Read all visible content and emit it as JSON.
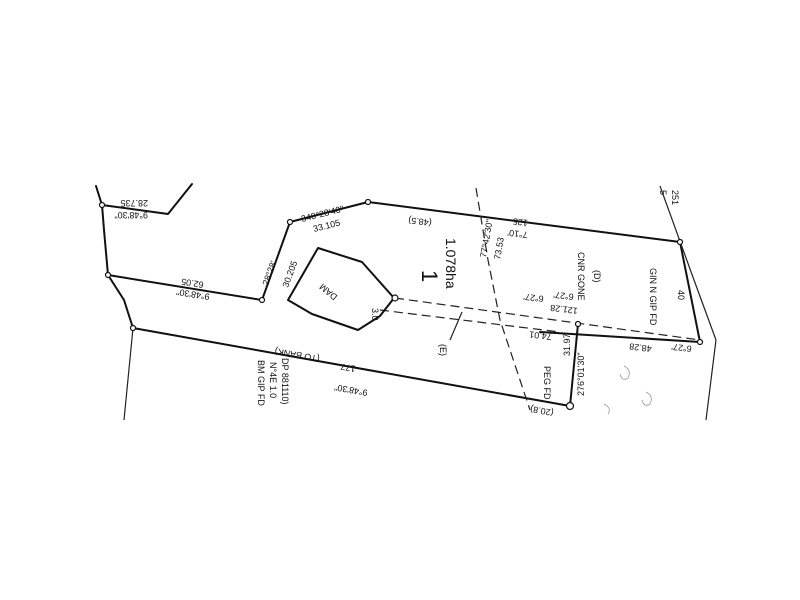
{
  "lot": {
    "number": "1",
    "area": "1.078ha"
  },
  "features": {
    "dam": "DAM",
    "easement": "(E)",
    "reg_label": "(D)"
  },
  "labels": {
    "top_left_bearing": "9°48'30\"",
    "top_left_distance": "28.735",
    "left_bearing": "9°48'30\"",
    "left_distance": "62.05",
    "diag_bearing": "28°28'",
    "diag_distance": "30.205",
    "top_bearing": "340°28'40\"",
    "top_distance": "33.105",
    "top_right_dist_a": "(48.5)",
    "top_right_dist_b": "125",
    "top_right_dist_c": "7°10'",
    "bottom_bearing": "9°48'30\"",
    "bottom_distance": "177",
    "bottom_note": "(TO BANK)",
    "bottom_right_dist": "(20.8)",
    "dash_bearing": "77°42'30\"",
    "dash_distance": "73.53",
    "corner_a": "6°27'",
    "corner_b": "121.28",
    "corner_c": "6°27'",
    "corner_d": "74.01",
    "cnr_gone": "CNR GONE",
    "right_bearing": "6°27'",
    "right_distance": "48.28",
    "right_vertical": "40",
    "gin_label": "GIN N GIP FD",
    "peg_fd": "PEG FD",
    "peg_dist": "31.97",
    "peg_bearing": "276°01'30\"",
    "left_note_1": "BM GIP FD",
    "left_note_2": "N°4E 1.0",
    "left_note_3": "DP 881110)",
    "edge_a": "5",
    "edge_b": "251"
  }
}
